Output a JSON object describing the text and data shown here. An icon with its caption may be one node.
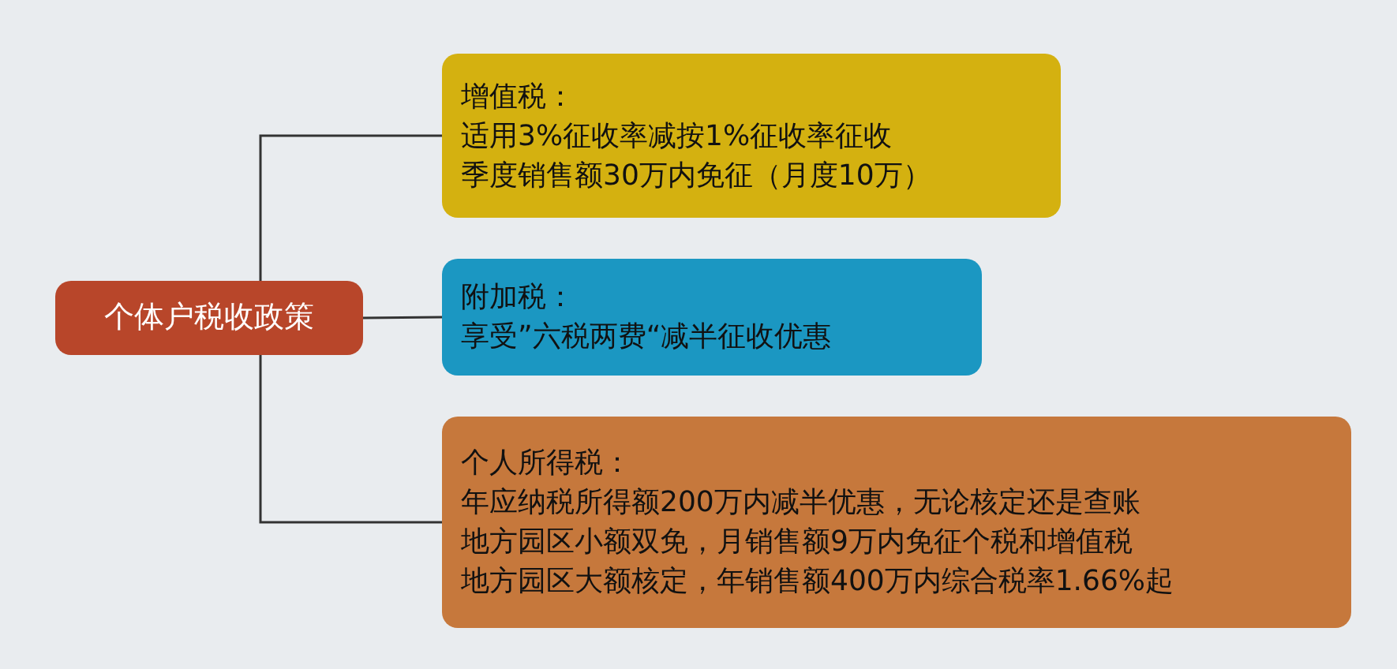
{
  "diagram": {
    "nodes": [
      {
        "text": [
          "个体户税收政策"
        ]
      },
      {
        "text": [
          "增值税：",
          "适用3%征收率减按1%征收率征收",
          "季度销售额30万内免征（月度10万）"
        ]
      },
      {
        "text": [
          "附加税：",
          "享受”六税两费“减半征收优惠"
        ]
      },
      {
        "text": [
          "个人所得税：",
          "年应纳税所得额200万内减半优惠，无论核定还是查账",
          "地方园区小额双免，月销售额9万内免征个税和增值税",
          "地方园区大额核定，年销售额400万内综合税率1.66%起"
        ]
      }
    ],
    "edges": [
      {
        "from": 0,
        "to": 1,
        "arrow": "none"
      },
      {
        "from": 0,
        "to": 2,
        "arrow": "none"
      },
      {
        "from": 0,
        "to": 3,
        "arrow": "none"
      }
    ]
  }
}
